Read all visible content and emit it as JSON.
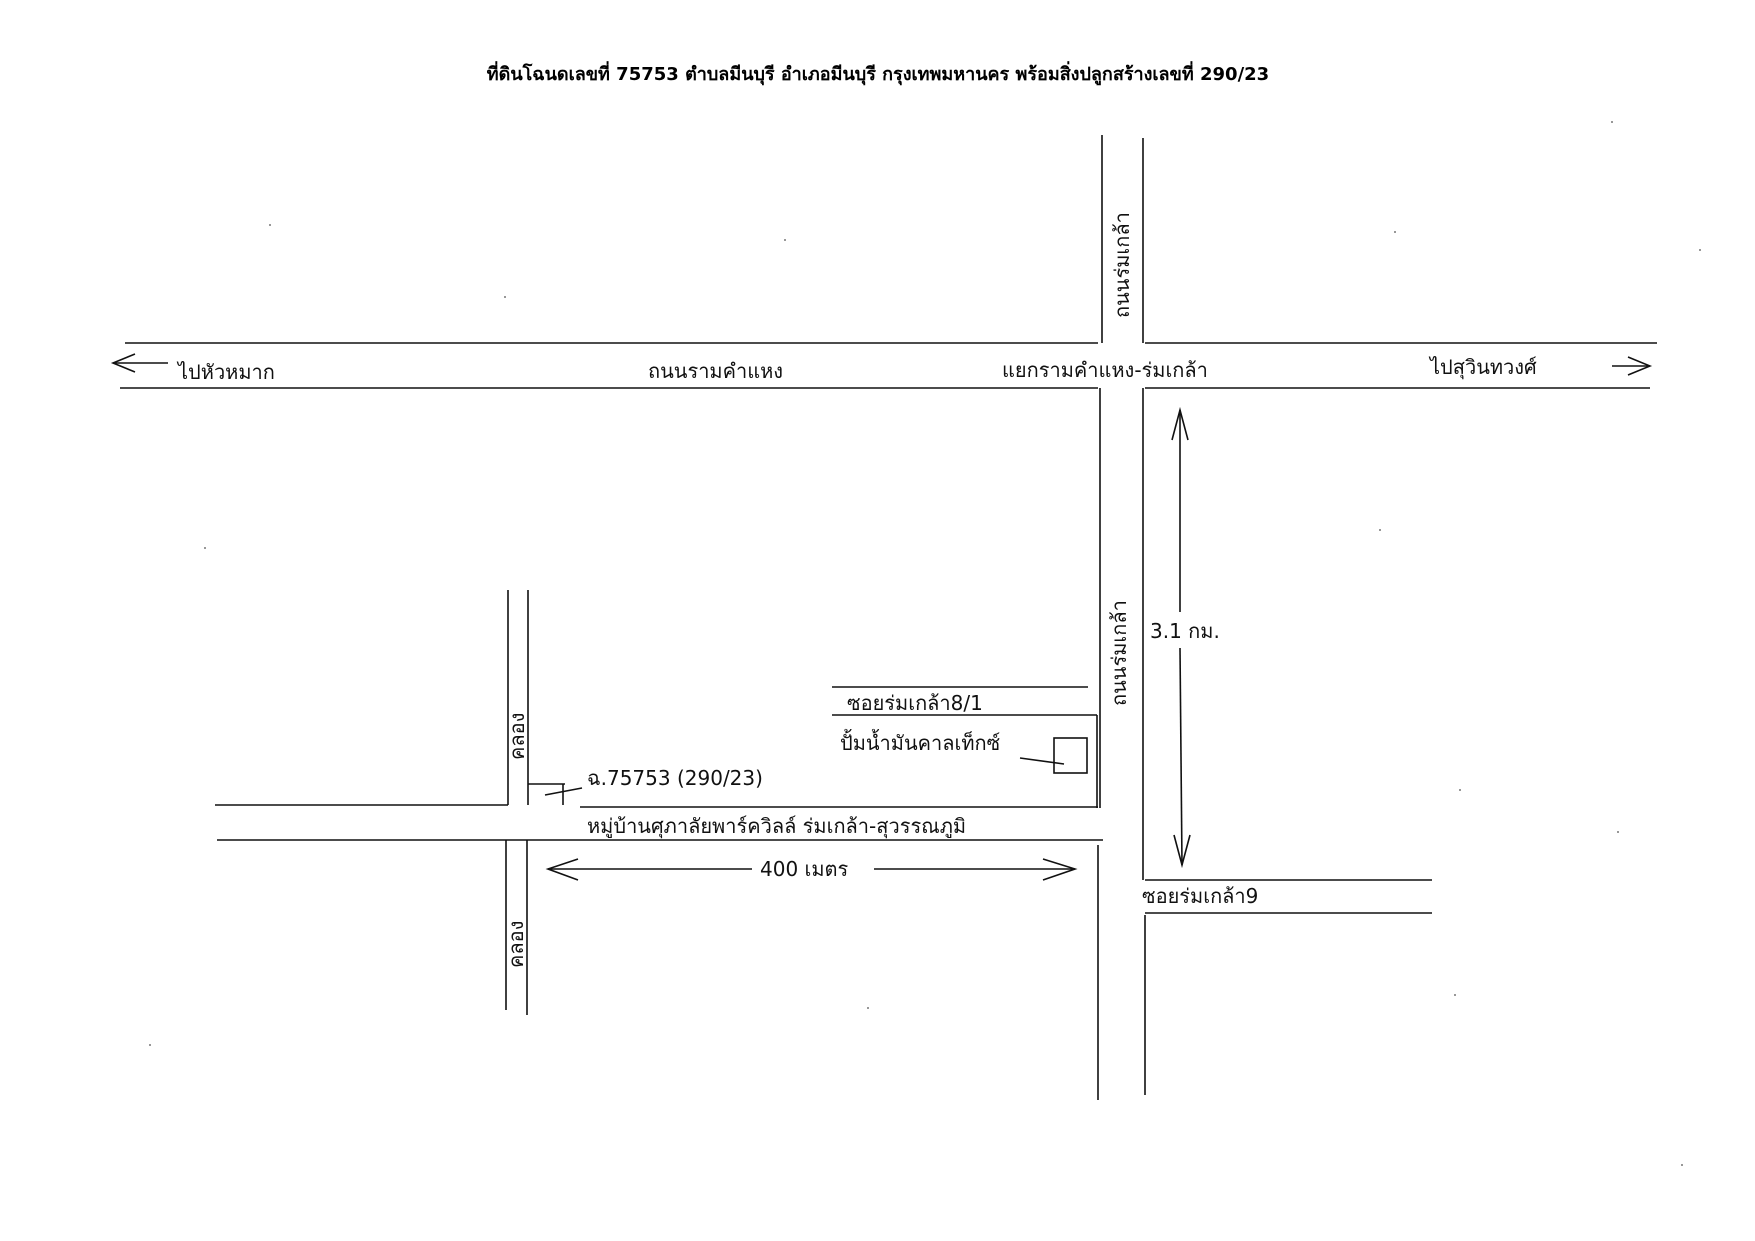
{
  "title": "ที่ดินโฉนดเลขที่ 75753 ตำบลมีนบุรี อำเภอมีนบุรี กรุงเทพมหานคร พร้อมสิ่งปลูกสร้างเลขที่ 290/23",
  "roads": {
    "ramkhamhaeng": "ถนนรามคำแหง",
    "romklao_north": "ถนนร่มเกล้า",
    "romklao_south": "ถนนร่มเกล้า",
    "soi_8_1": "ซอยร่มเกล้า8/1",
    "soi_9": "ซอยร่มเกล้า9",
    "village_road": "หมู่บ้านศุภาลัยพาร์ควิลล์ ร่มเกล้า-สุวรรณภูมิ"
  },
  "canal": {
    "upper": "คลอง",
    "lower": "คลอง"
  },
  "places": {
    "intersection": "แยกรามคำแหง-ร่มเกล้า",
    "gas_station": "ปั้มน้ำมันคาลเท็กซ์",
    "parcel": "ฉ.75753 (290/23)"
  },
  "directions": {
    "west": "ไปหัวหมาก",
    "east": "ไปสุวินทวงศ์"
  },
  "distances": {
    "romklao_segment": "3.1 กม.",
    "village_segment": "400 เมตร"
  },
  "colors": {
    "ink": "#111111",
    "paper": "#ffffff"
  }
}
